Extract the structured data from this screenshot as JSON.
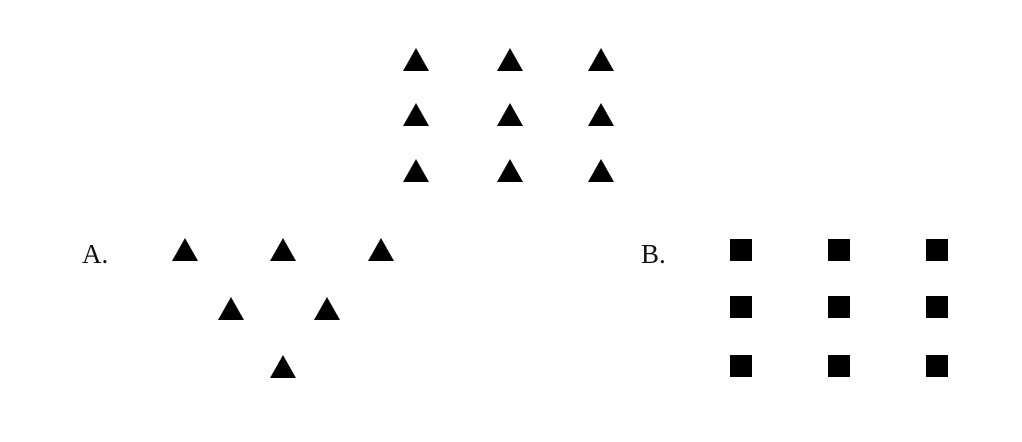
{
  "colors": {
    "shape_fill": "#000000",
    "background": "#ffffff"
  },
  "reference_figure": {
    "shape": "triangle-icon",
    "rows": 3,
    "columns": 3,
    "count": 9
  },
  "options": [
    {
      "label": "A.",
      "shape": "triangle-icon",
      "rows": [
        3,
        2,
        1
      ],
      "count": 6
    },
    {
      "label": "B.",
      "shape": "square-icon",
      "rows": [
        3,
        3,
        3
      ],
      "count": 9
    }
  ]
}
